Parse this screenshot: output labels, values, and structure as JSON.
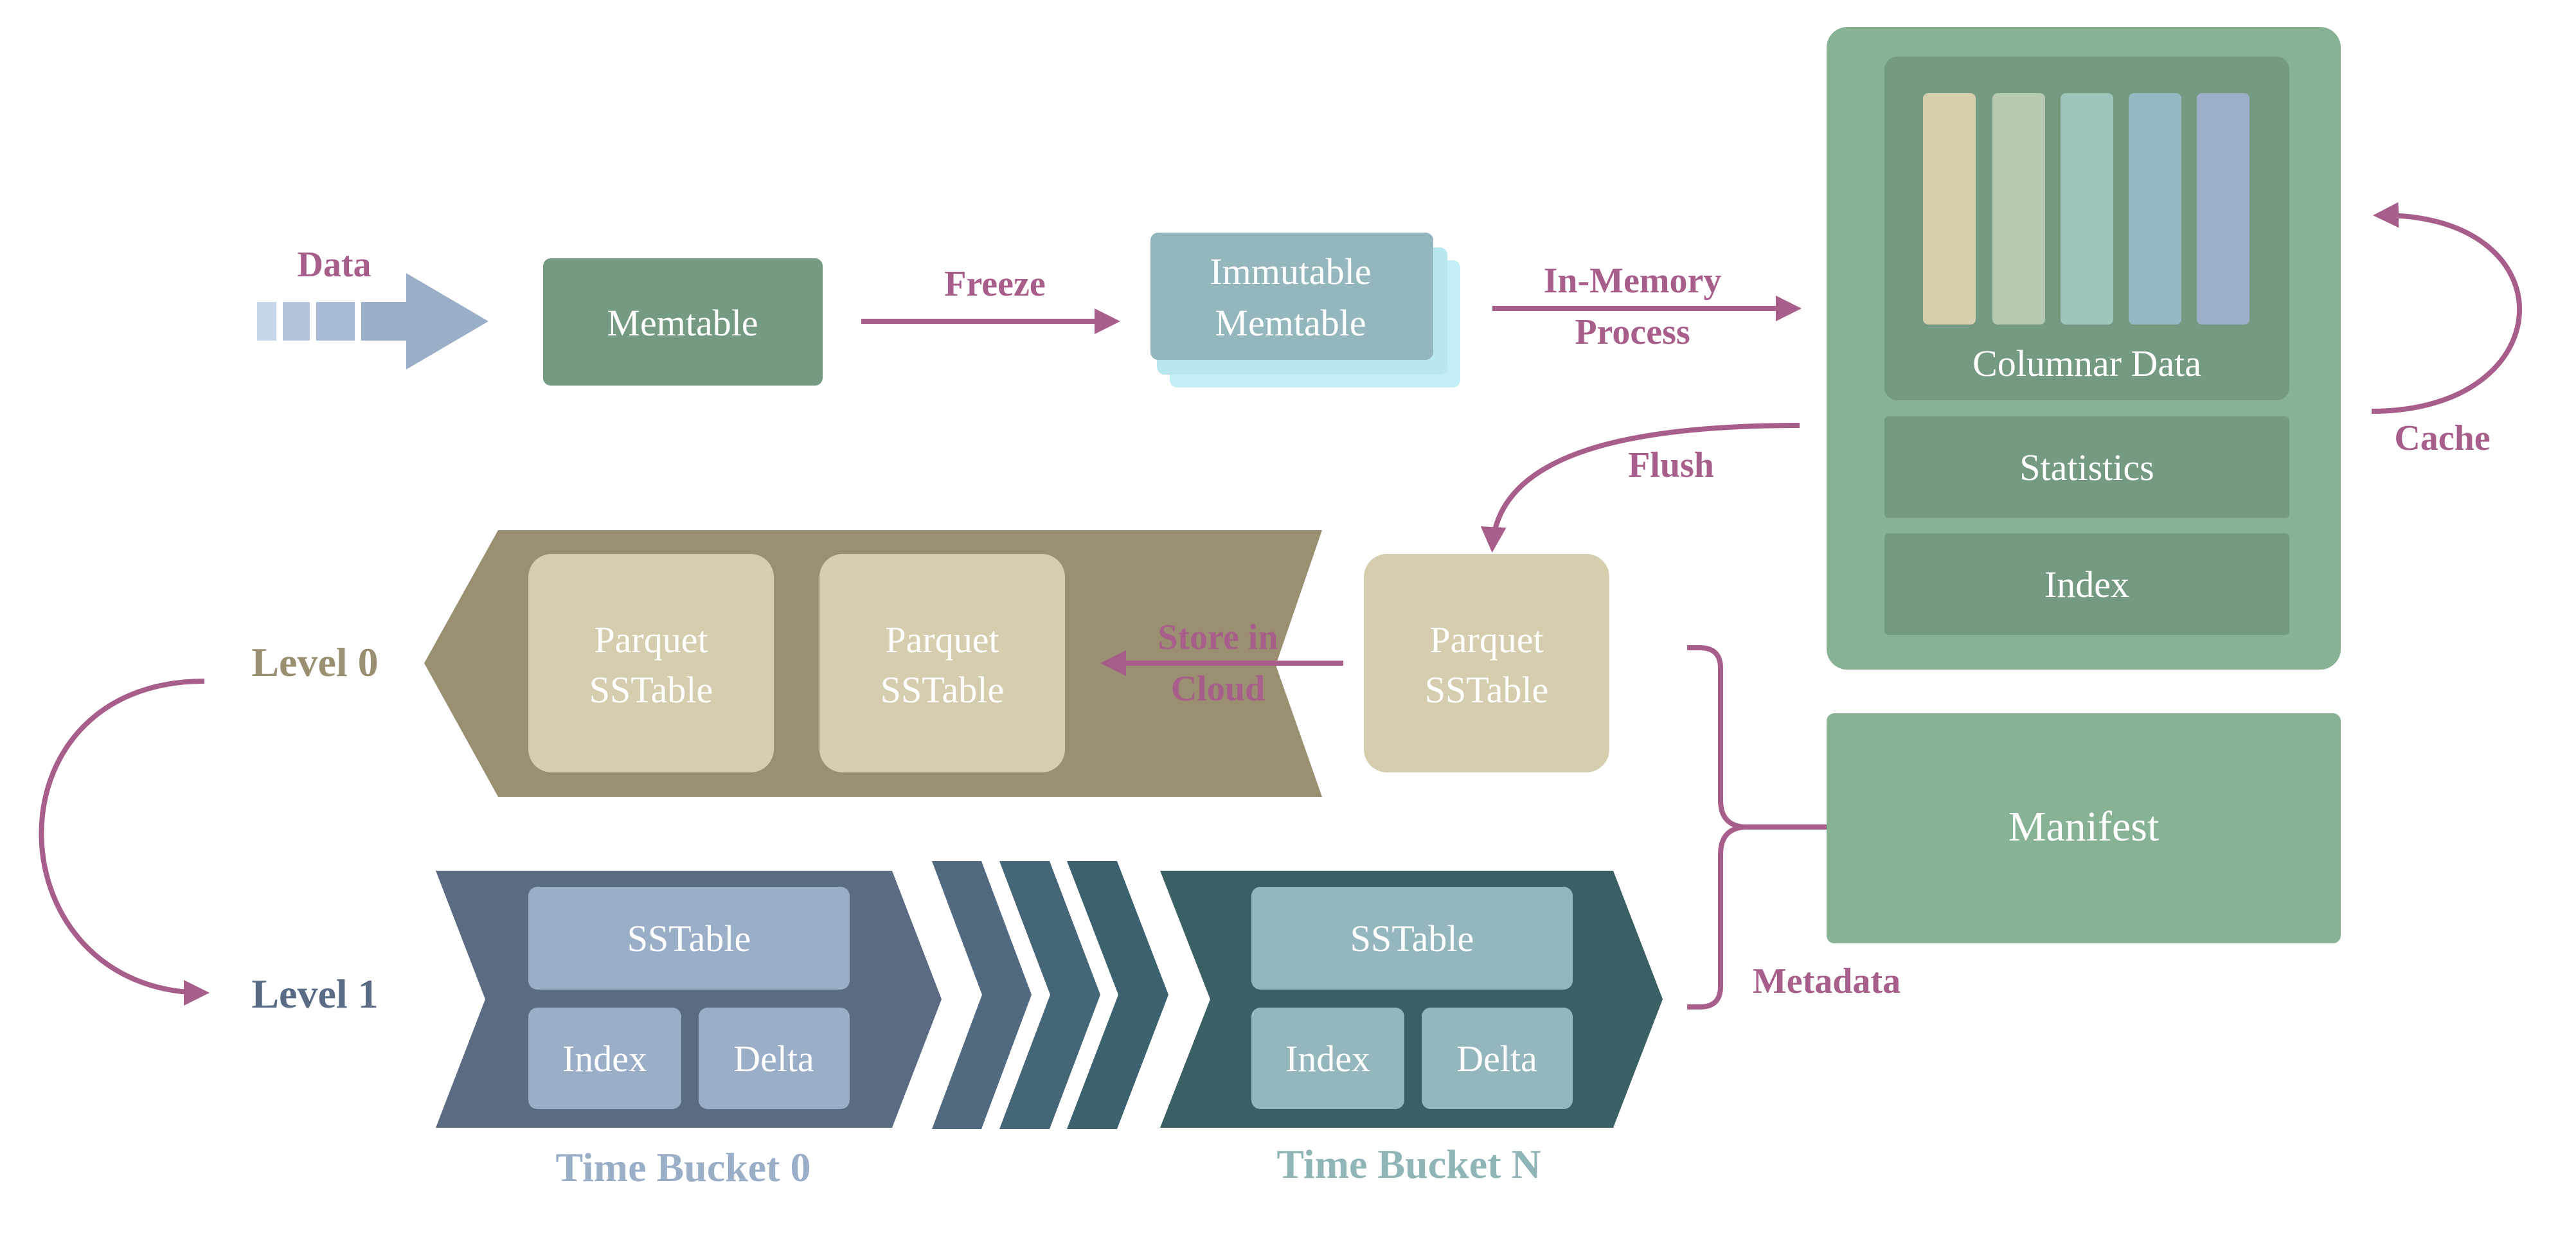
{
  "colors": {
    "accent": "#a85e8a",
    "memtable": "#749b82",
    "immutable_front": "#94b7be",
    "immutable_back": "#b9e7ef",
    "store_outer": "#87b394",
    "store_inner": "#749b82",
    "parquet_box": "#d5cdae",
    "level0_band": "#9a8f70",
    "level1_band": "#5a6b82",
    "level1_right_band": "#3a6065",
    "manifest": "#87b394",
    "data_arrow": "#9aaec8",
    "level0_label": "#9a8f70",
    "level1_label": "#596b85",
    "bucket0_label": "#9aaec8",
    "bucketN_label": "#8fb5b8",
    "columns": [
      "#d6cfae",
      "#b6cbb1",
      "#9dc6bd",
      "#93bac4",
      "#9caec8"
    ]
  },
  "labels": {
    "data": "Data",
    "memtable": "Memtable",
    "freeze": "Freeze",
    "immutable_line1": "Immutable",
    "immutable_line2": "Memtable",
    "inmemory_line1": "In-Memory",
    "inmemory_line2": "Process",
    "columnar_data": "Columnar Data",
    "statistics": "Statistics",
    "index": "Index",
    "cache": "Cache",
    "flush": "Flush",
    "store_line1": "Store in",
    "store_line2": "Cloud",
    "parquet_line1": "Parquet",
    "parquet_line2": "SSTable",
    "level0": "Level 0",
    "level1": "Level 1",
    "sstable": "SSTable",
    "index_small": "Index",
    "delta": "Delta",
    "time_bucket_0": "Time Bucket 0",
    "time_bucket_n": "Time Bucket N",
    "manifest": "Manifest",
    "metadata": "Metadata"
  }
}
